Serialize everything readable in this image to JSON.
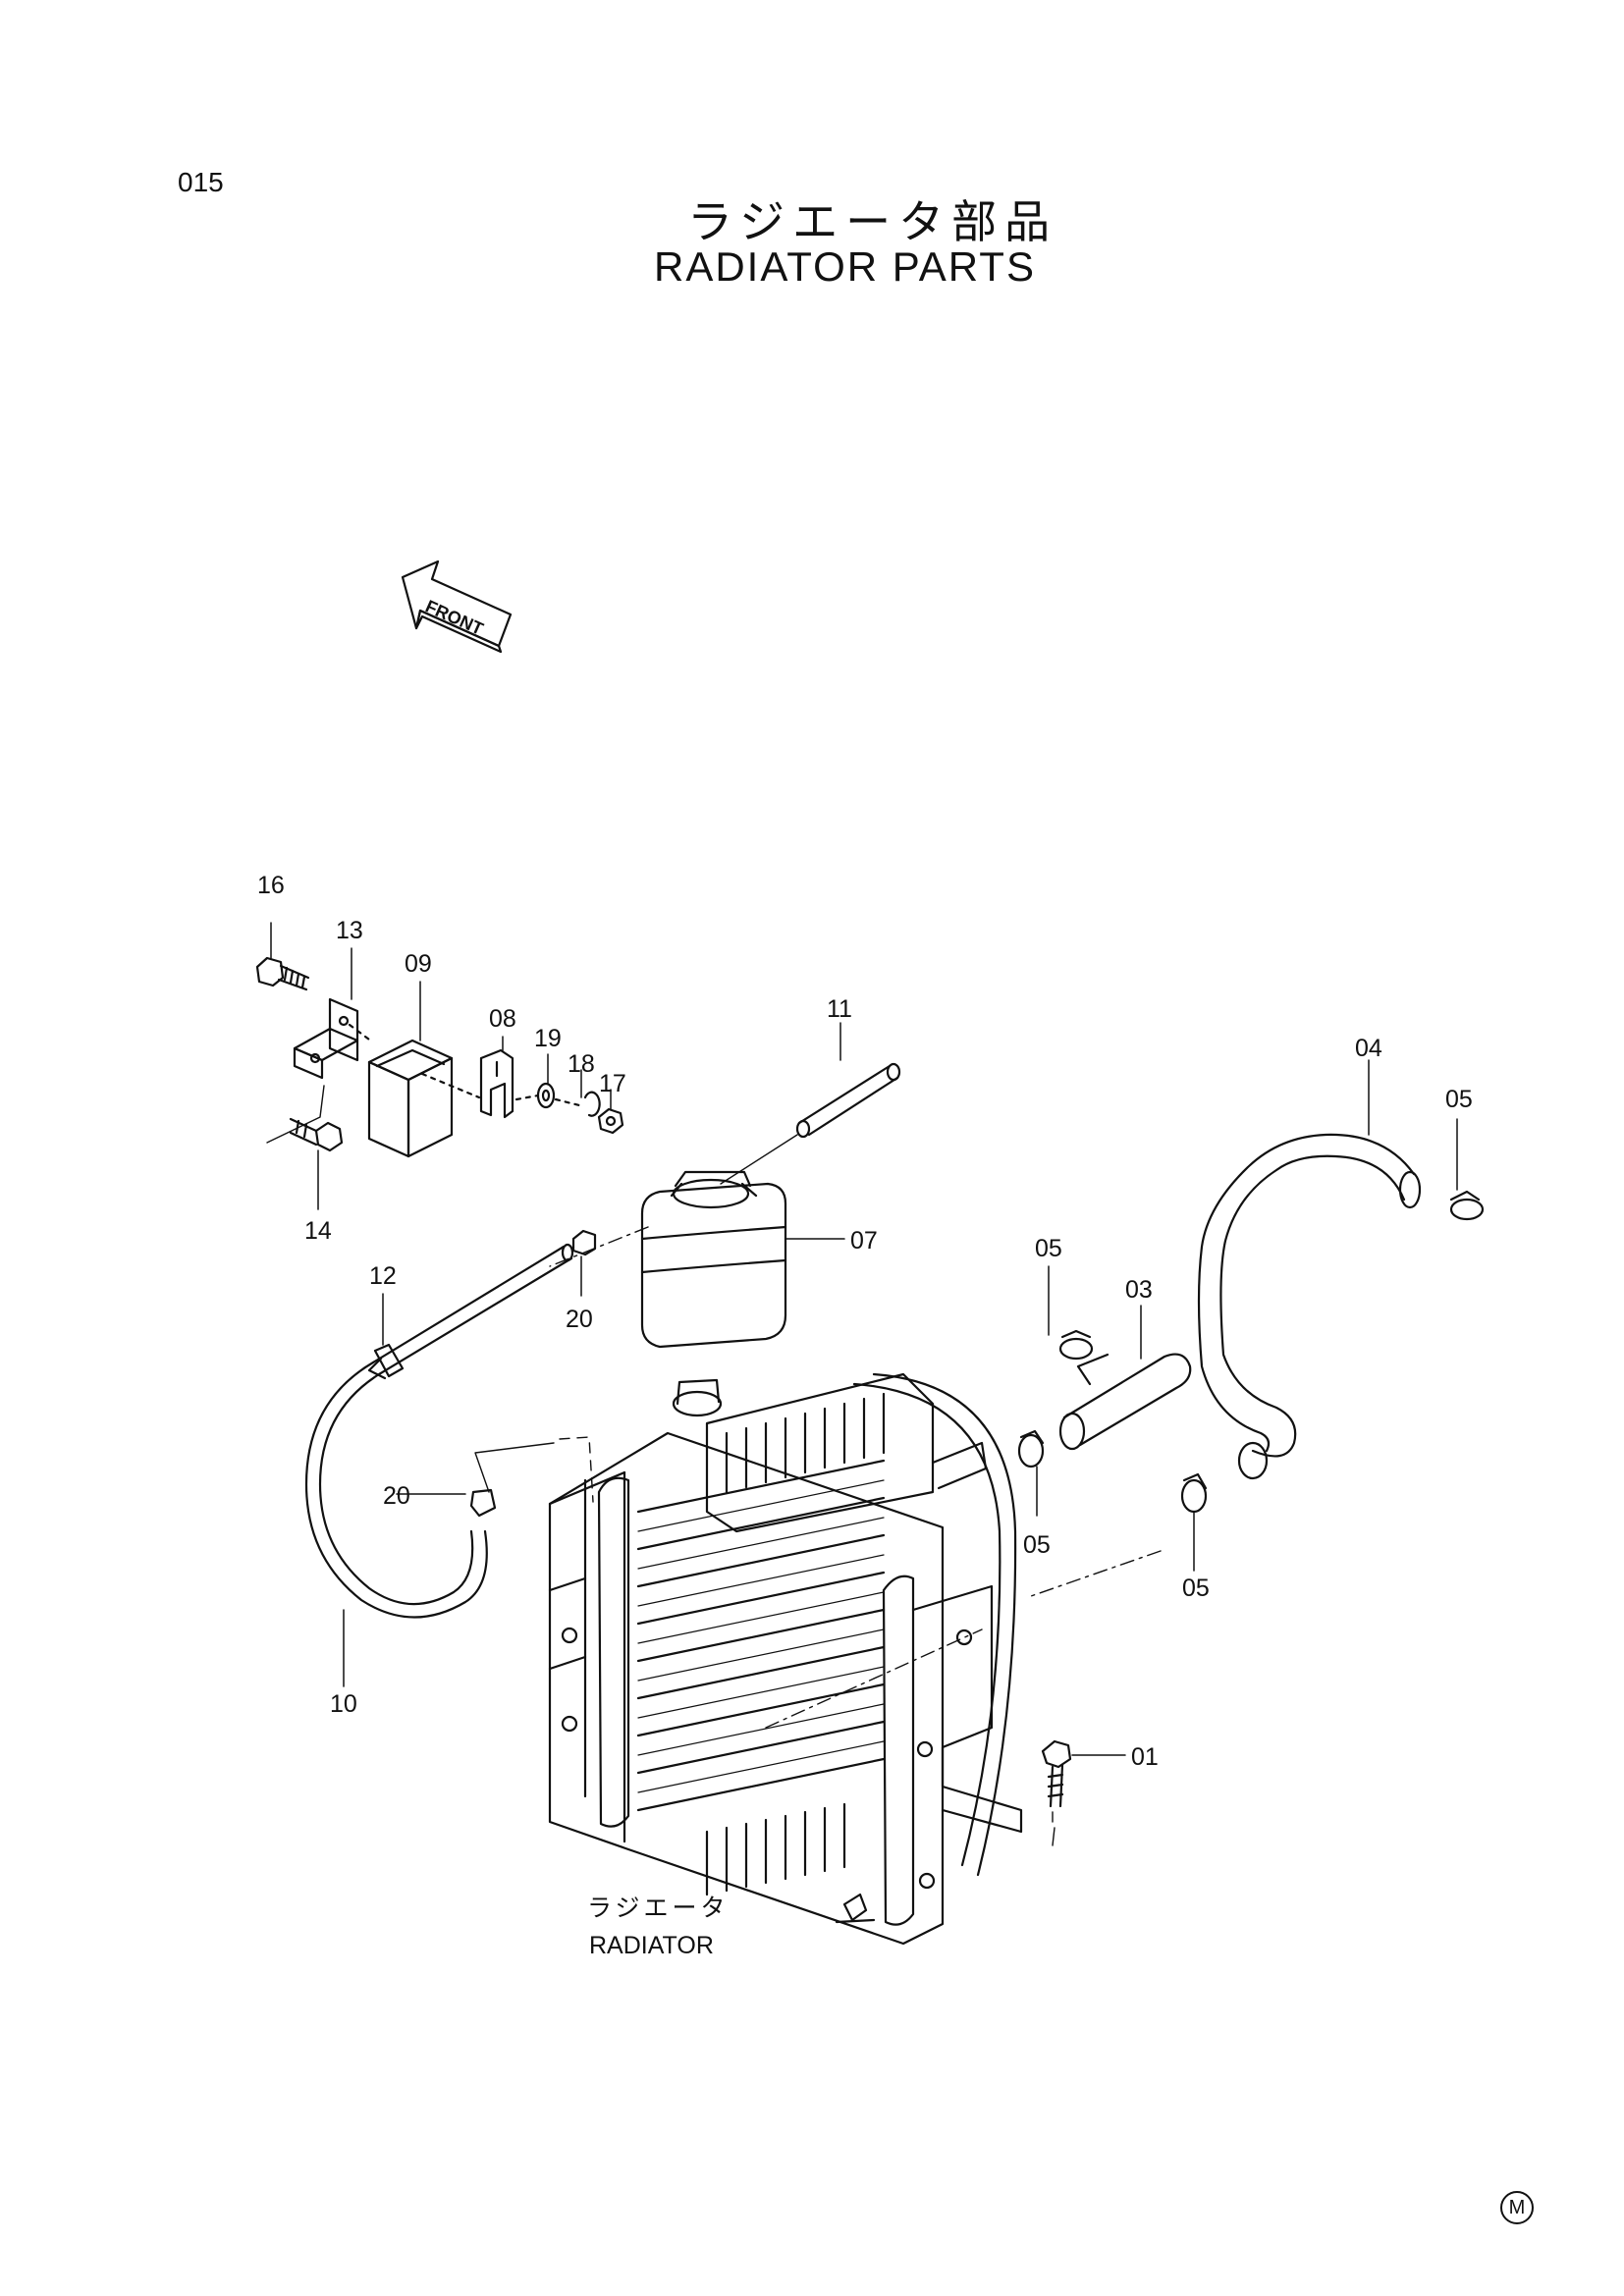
{
  "page_number": "015",
  "title_jp": "ラジエータ部品",
  "title_en": "RADIATOR PARTS",
  "front_label": "FRONT",
  "radiator_label_jp": "ラジエータ",
  "radiator_label_en": "RADIATOR",
  "mark": "M",
  "callouts": {
    "c16": "16",
    "c13": "13",
    "c09": "09",
    "c08": "08",
    "c19": "19",
    "c18": "18",
    "c17": "17",
    "c14": "14",
    "c11": "11",
    "c07": "07",
    "c20a": "20",
    "c12": "12",
    "c04": "04",
    "c05a": "05",
    "c05b": "05",
    "c03": "03",
    "c05c": "05",
    "c05d": "05",
    "c20b": "20",
    "c10": "10",
    "c01": "01"
  }
}
